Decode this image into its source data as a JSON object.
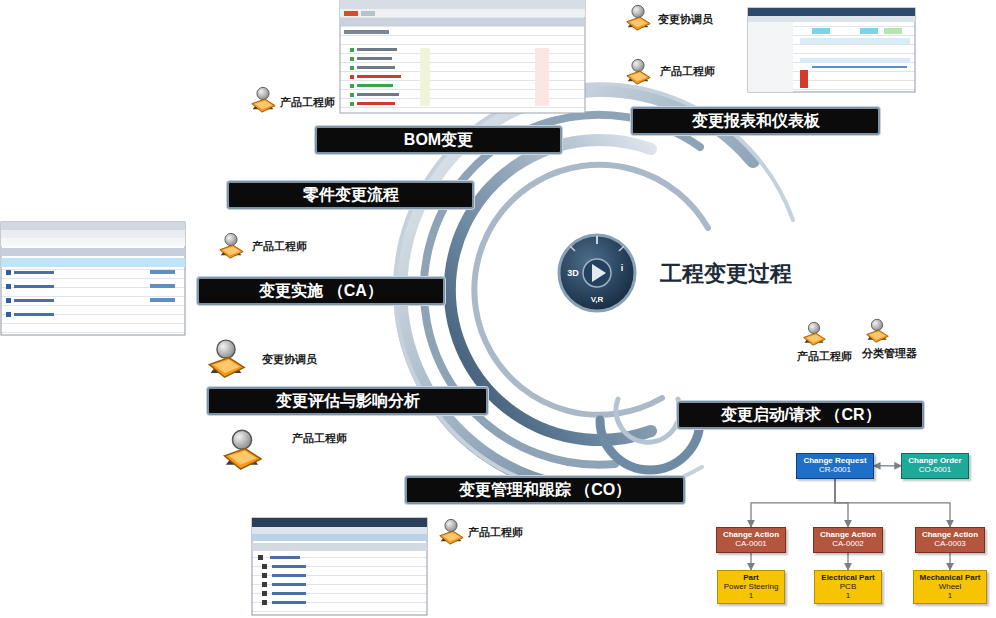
{
  "diagram": {
    "title": "工程变更过程",
    "nodes": [
      {
        "text": [
          "BOM变更"
        ]
      },
      {
        "text": [
          "变更报表和仪表板"
        ]
      },
      {
        "text": [
          "零件变更流程"
        ]
      },
      {
        "text": [
          "变更实施 （CA）"
        ]
      },
      {
        "text": [
          "变更评估与影响分析"
        ]
      },
      {
        "text": [
          "变更启动/请求 （CR）"
        ]
      },
      {
        "text": [
          "变更管理和跟踪 （CO）"
        ]
      },
      {
        "text": [
          "Change Request",
          "CR-0001"
        ]
      },
      {
        "text": [
          "Change Order",
          "CO-0001"
        ]
      },
      {
        "text": [
          "Change Action",
          "CA-0001"
        ]
      },
      {
        "text": [
          "Change Action",
          "CA-0002"
        ]
      },
      {
        "text": [
          "Change Action",
          "CA-0003"
        ]
      },
      {
        "text": [
          "Part",
          "Power Steering",
          "1"
        ]
      },
      {
        "text": [
          "Electrical Part",
          "PCB",
          "1"
        ]
      },
      {
        "text": [
          "Mechanical Part",
          "Wheel",
          "1"
        ]
      }
    ],
    "edges": [
      {
        "from": 7,
        "to": 8,
        "arrow": "both"
      },
      {
        "from": 7,
        "to": 9,
        "arrow": "to"
      },
      {
        "from": 7,
        "to": 10,
        "arrow": "to"
      },
      {
        "from": 7,
        "to": 11,
        "arrow": "to"
      },
      {
        "from": 9,
        "to": 12,
        "arrow": "to"
      },
      {
        "from": 10,
        "to": 13,
        "arrow": "to"
      },
      {
        "from": 11,
        "to": 14,
        "arrow": "to"
      }
    ],
    "labels": [
      "变更协调员",
      "产品工程师",
      "产品工程师",
      "产品工程师",
      "3D",
      "i",
      "V,R",
      "产品工程师",
      "分类管理器",
      "变更协调员",
      "产品工程师",
      "产品工程师"
    ]
  }
}
